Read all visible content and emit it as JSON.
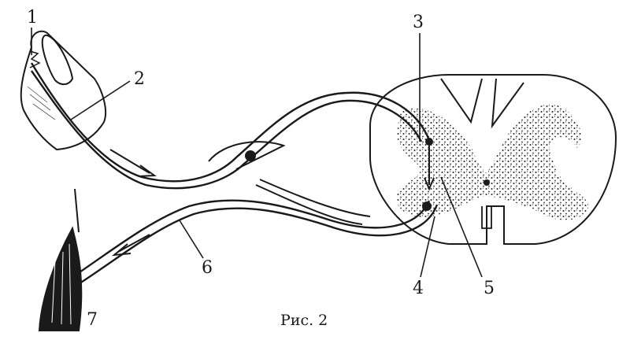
{
  "figure": {
    "caption": "Рис. 2",
    "labels": {
      "l1": "1",
      "l2": "2",
      "l3": "3",
      "l4": "4",
      "l5": "5",
      "l6": "6",
      "l7": "7"
    }
  },
  "colors": {
    "ink": "#1a1a1a",
    "paper": "#ffffff",
    "gray_matter": "#2a2a2a"
  }
}
